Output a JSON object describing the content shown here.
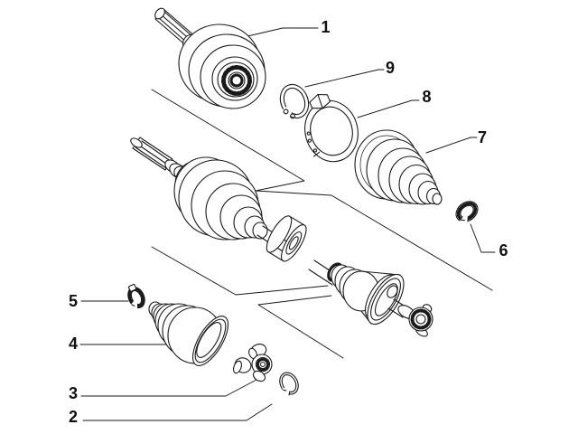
{
  "diagram": {
    "background_color": "#ffffff",
    "line_color": "#1a1a1a",
    "callouts": [
      {
        "number": "1"
      },
      {
        "number": "2"
      },
      {
        "number": "3"
      },
      {
        "number": "4"
      },
      {
        "number": "5"
      },
      {
        "number": "6"
      },
      {
        "number": "7"
      },
      {
        "number": "8"
      },
      {
        "number": "9"
      }
    ]
  }
}
